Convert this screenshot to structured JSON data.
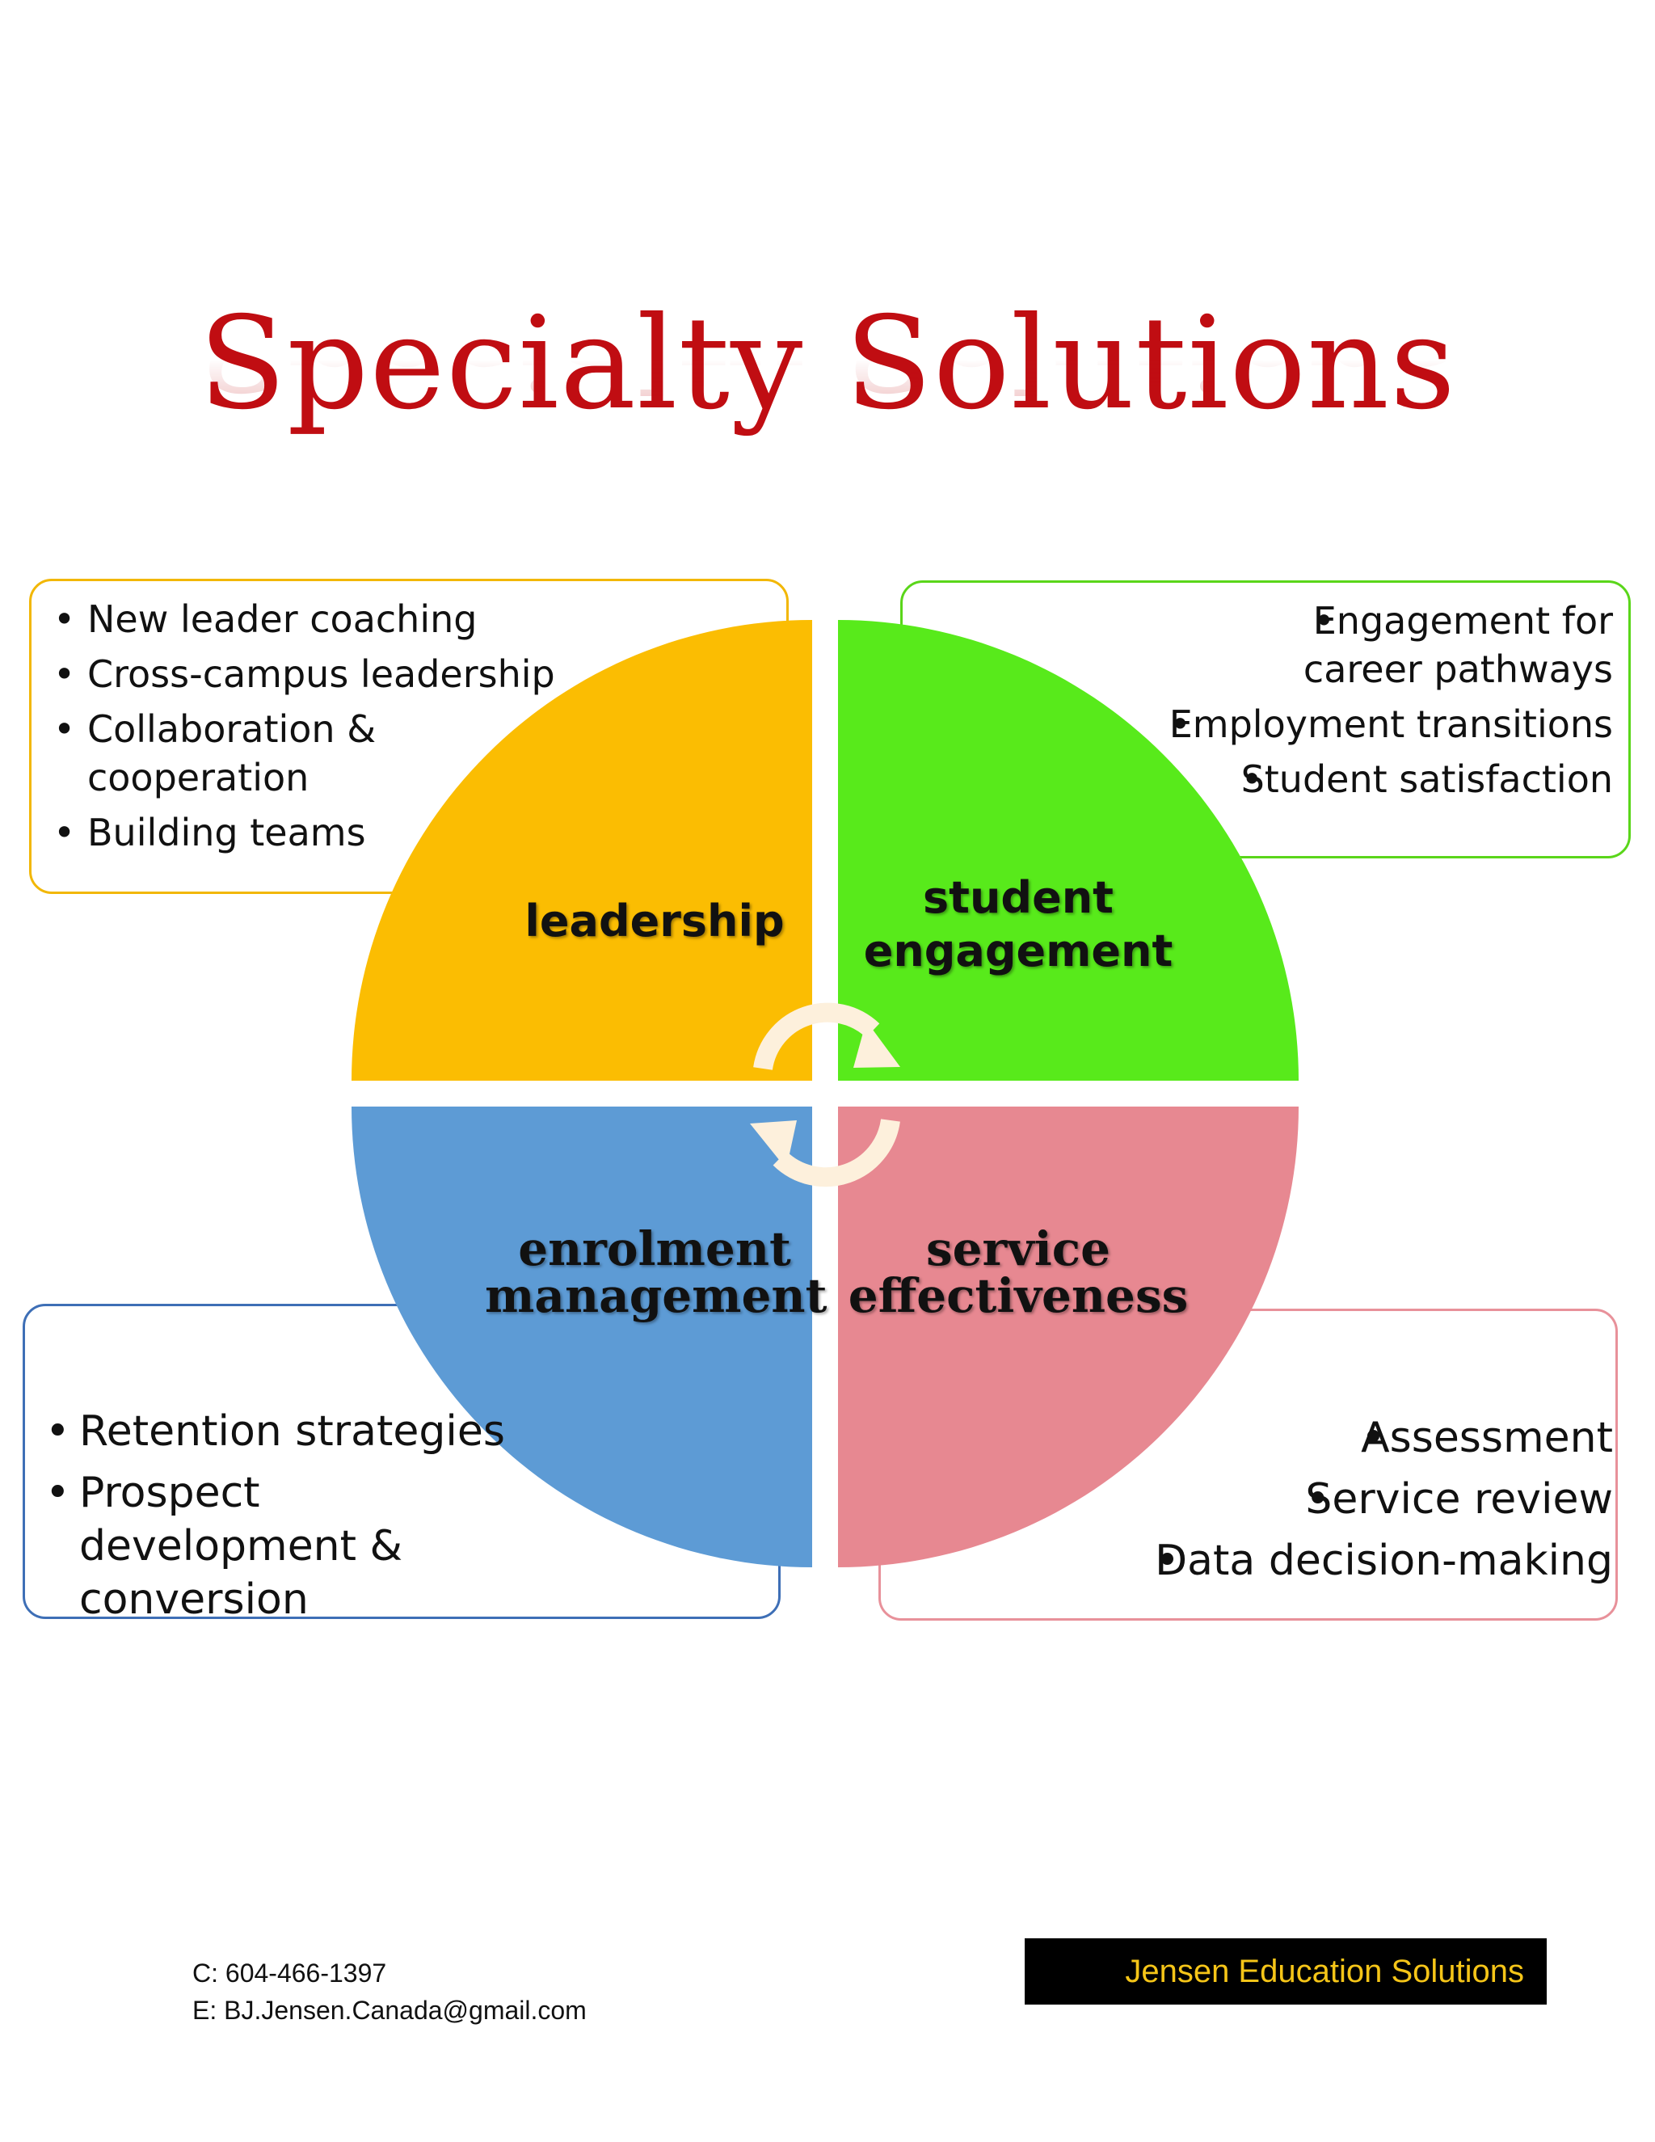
{
  "title": "Specialty Solutions",
  "colors": {
    "title": "#c00d12",
    "leadership": "#fbbd02",
    "student_engagement": "#58ea1b",
    "enrolment_management": "#5d9bd5",
    "service_effectiveness": "#e78891",
    "cycle_arrow": "#fdf0dc",
    "brand_background": "#000000",
    "brand_text": "#f5c518"
  },
  "quadrants": {
    "leadership": {
      "label": "leadership",
      "items": [
        "New leader coaching",
        "Cross-campus leadership",
        "Collaboration & cooperation",
        "Building teams"
      ]
    },
    "student_engagement": {
      "label_line1": "student",
      "label_line2": "engagement",
      "items": [
        "Engagement for career pathways",
        "Employment transitions",
        "Student satisfaction"
      ]
    },
    "enrolment_management": {
      "label_line1": "enrolment",
      "label_line2": "management",
      "items": [
        "Retention strategies",
        "Prospect development & conversion"
      ]
    },
    "service_effectiveness": {
      "label_line1": "service",
      "label_line2": "effectiveness",
      "items": [
        "Assessment",
        "Service review",
        "Data decision-making"
      ]
    }
  },
  "bullet": "•",
  "contact": {
    "phone": "C: 604-466-1397",
    "email": "E: BJ.Jensen.Canada@gmail.com"
  },
  "brand": "Jensen Education Solutions"
}
